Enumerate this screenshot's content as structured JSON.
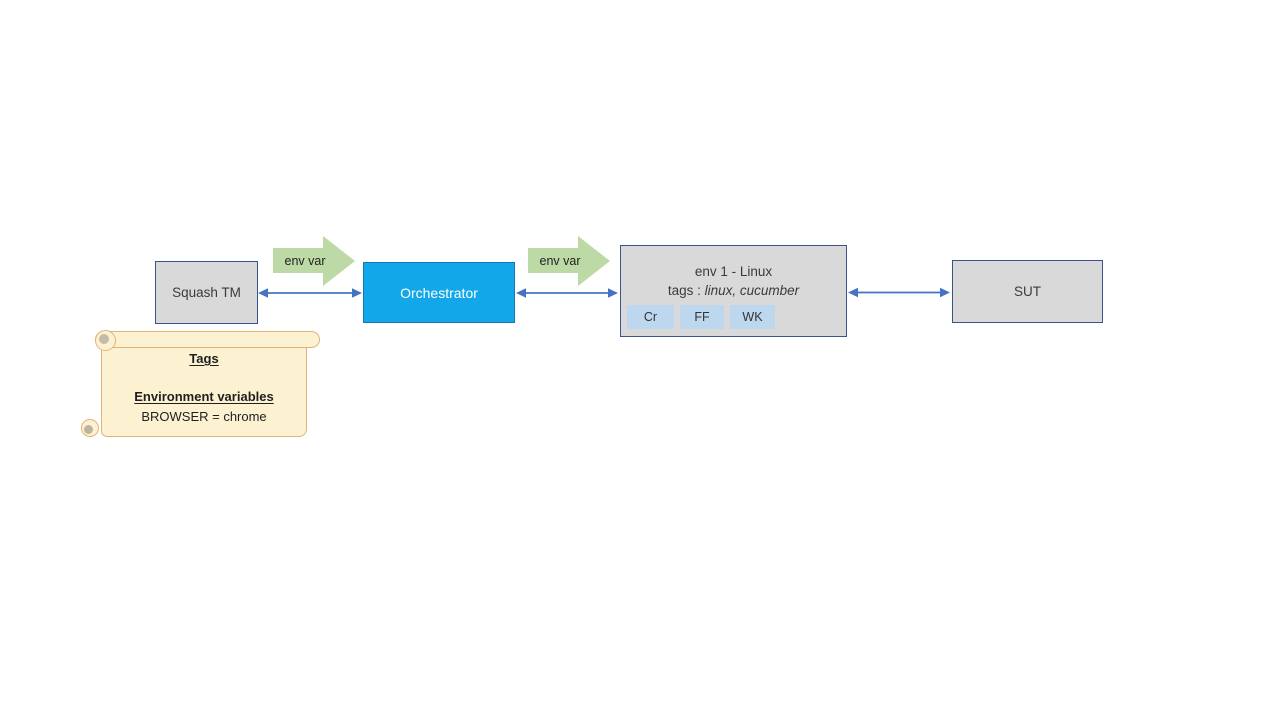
{
  "nodes": {
    "squash": {
      "label": "Squash TM"
    },
    "orchestrator": {
      "label": "Orchestrator"
    },
    "env": {
      "title": "env 1 - Linux",
      "tags_label": "tags :",
      "tags_value": "linux, cucumber",
      "browsers": [
        {
          "label": "Cr"
        },
        {
          "label": "FF"
        },
        {
          "label": "WK"
        }
      ]
    },
    "sut": {
      "label": "SUT"
    }
  },
  "arrow_labels": {
    "squash_to_orchestrator": "env var",
    "orchestrator_to_env": "env var"
  },
  "note": {
    "heading": "Tags",
    "subheading": "Environment variables",
    "line": "BROWSER = chrome"
  },
  "colors": {
    "connector_blue": "#4472C4",
    "orchestrator_fill": "#12A7E8",
    "node_fill": "#D9D9D9",
    "node_border": "#3A548A",
    "env_var_arrow_green": "#BDDAA6",
    "browser_chip_blue": "#BDD7EE",
    "note_fill": "#FCF2D2",
    "note_border": "#E2B377"
  }
}
